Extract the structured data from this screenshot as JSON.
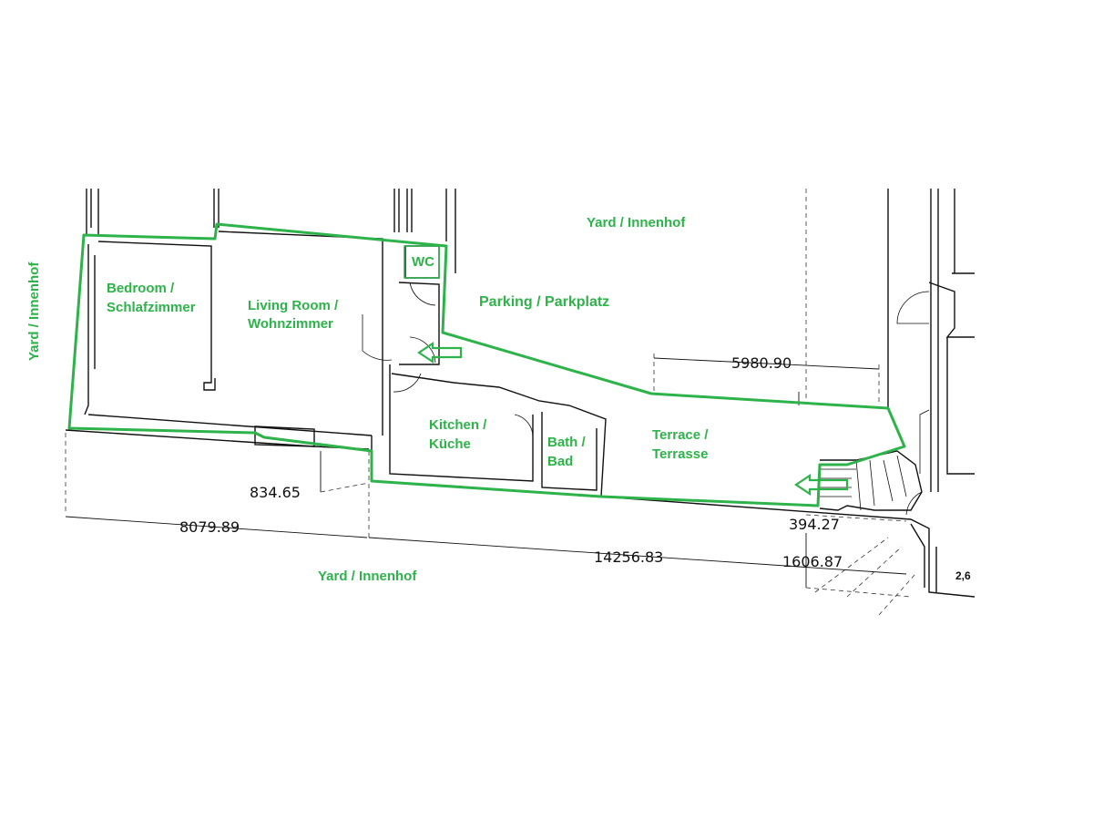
{
  "colors": {
    "accent_green": "#2db34a",
    "wall": "#111111"
  },
  "labels": {
    "yard_top": "Yard / Innenhof",
    "yard_left": "Yard / Innenhof",
    "yard_bottom": "Yard / Innenhof",
    "bedroom_en": "Bedroom /",
    "bedroom_de": "Schlafzimmer",
    "living_en": "Living Room /",
    "living_de": "Wohnzimmer",
    "wc": "WC",
    "parking": "Parking / Parkplatz",
    "kitchen_en": "Kitchen /",
    "kitchen_de": "Küche",
    "bath_en": "Bath /",
    "bath_de": "Bad",
    "terrace_en": "Terrace /",
    "terrace_de": "Terrasse"
  },
  "dimensions": {
    "d1": "5980.90",
    "d2": "834.65",
    "d3": "8079.89",
    "d4": "14256.83",
    "d5": "394.27",
    "d6": "1606.87",
    "corner": "2,6"
  },
  "icons": {
    "entrance_arrow_1": "arrow-left-icon",
    "entrance_arrow_2": "arrow-left-icon"
  }
}
